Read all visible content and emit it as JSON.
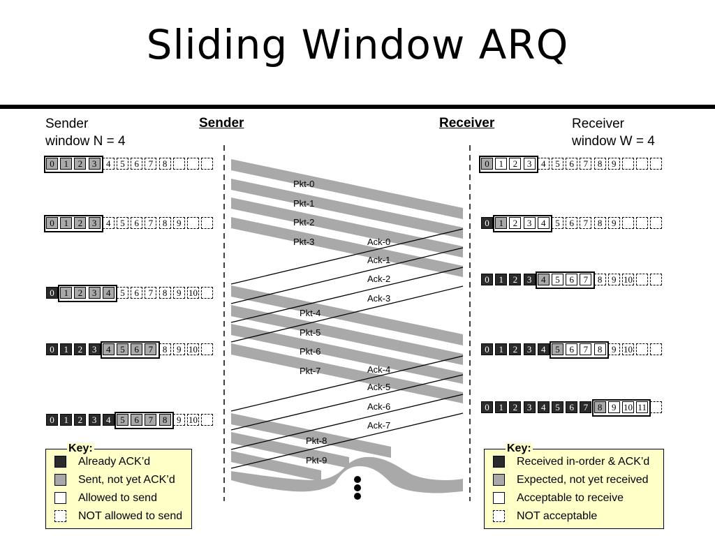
{
  "title": "Sliding Window ARQ",
  "sender_window_label": [
    "Sender",
    "window N = 4"
  ],
  "receiver_window_label": [
    "Receiver",
    "window W = 4"
  ],
  "sender_header": "Sender",
  "receiver_header": "Receiver",
  "sender_rows": [
    {
      "cells": [
        [
          "0",
          "gray"
        ],
        [
          "1",
          "gray"
        ],
        [
          "2",
          "gray"
        ],
        [
          "3",
          "gray"
        ],
        [
          "4",
          "dashed"
        ],
        [
          "5",
          "dashed"
        ],
        [
          "6",
          "dashed"
        ],
        [
          "7",
          "dashed"
        ],
        [
          "8",
          "dashed"
        ],
        [
          "",
          "dashed"
        ],
        [
          "",
          "dashed"
        ],
        [
          "",
          "dashed"
        ]
      ],
      "window": [
        0,
        4
      ]
    },
    {
      "cells": [
        [
          "0",
          "gray"
        ],
        [
          "1",
          "gray"
        ],
        [
          "2",
          "gray"
        ],
        [
          "3",
          "gray"
        ],
        [
          "4",
          "dashed"
        ],
        [
          "5",
          "dashed"
        ],
        [
          "6",
          "dashed"
        ],
        [
          "7",
          "dashed"
        ],
        [
          "8",
          "dashed"
        ],
        [
          "9",
          "dashed"
        ],
        [
          "",
          "dashed"
        ],
        [
          "",
          "dashed"
        ]
      ],
      "window": [
        0,
        4
      ]
    },
    {
      "cells": [
        [
          "0",
          "dark"
        ],
        [
          "1",
          "gray"
        ],
        [
          "2",
          "gray"
        ],
        [
          "3",
          "gray"
        ],
        [
          "4",
          "gray"
        ],
        [
          "5",
          "dashed"
        ],
        [
          "6",
          "dashed"
        ],
        [
          "7",
          "dashed"
        ],
        [
          "8",
          "dashed"
        ],
        [
          "9",
          "dashed"
        ],
        [
          "10",
          "dashed"
        ],
        [
          "",
          "dashed"
        ]
      ],
      "window": [
        1,
        5
      ]
    },
    {
      "cells": [
        [
          "0",
          "dark"
        ],
        [
          "1",
          "dark"
        ],
        [
          "2",
          "dark"
        ],
        [
          "3",
          "dark"
        ],
        [
          "4",
          "gray"
        ],
        [
          "5",
          "gray"
        ],
        [
          "6",
          "gray"
        ],
        [
          "7",
          "gray"
        ],
        [
          "8",
          "dashed"
        ],
        [
          "9",
          "dashed"
        ],
        [
          "10",
          "dashed"
        ],
        [
          "",
          "dashed"
        ]
      ],
      "window": [
        4,
        8
      ]
    },
    {
      "cells": [
        [
          "0",
          "dark"
        ],
        [
          "1",
          "dark"
        ],
        [
          "2",
          "dark"
        ],
        [
          "3",
          "dark"
        ],
        [
          "4",
          "dark"
        ],
        [
          "5",
          "gray"
        ],
        [
          "6",
          "gray"
        ],
        [
          "7",
          "gray"
        ],
        [
          "8",
          "gray"
        ],
        [
          "9",
          "dashed"
        ],
        [
          "10",
          "dashed"
        ],
        [
          "",
          "dashed"
        ]
      ],
      "window": [
        5,
        9
      ]
    }
  ],
  "receiver_rows": [
    {
      "cells": [
        [
          "0",
          "gray"
        ],
        [
          "1",
          "white"
        ],
        [
          "2",
          "white"
        ],
        [
          "3",
          "white"
        ],
        [
          "4",
          "dashed"
        ],
        [
          "5",
          "dashed"
        ],
        [
          "6",
          "dashed"
        ],
        [
          "7",
          "dashed"
        ],
        [
          "8",
          "dashed"
        ],
        [
          "9",
          "dashed"
        ],
        [
          "",
          "dashed"
        ],
        [
          "",
          "dashed"
        ],
        [
          "",
          "dashed"
        ]
      ],
      "window": [
        0,
        4
      ]
    },
    {
      "cells": [
        [
          "0",
          "dark"
        ],
        [
          "1",
          "gray"
        ],
        [
          "2",
          "white"
        ],
        [
          "3",
          "white"
        ],
        [
          "4",
          "white"
        ],
        [
          "5",
          "dashed"
        ],
        [
          "6",
          "dashed"
        ],
        [
          "7",
          "dashed"
        ],
        [
          "8",
          "dashed"
        ],
        [
          "9",
          "dashed"
        ],
        [
          "",
          "dashed"
        ],
        [
          "",
          "dashed"
        ],
        [
          "",
          "dashed"
        ]
      ],
      "window": [
        1,
        5
      ]
    },
    {
      "cells": [
        [
          "0",
          "dark"
        ],
        [
          "1",
          "dark"
        ],
        [
          "2",
          "dark"
        ],
        [
          "3",
          "dark"
        ],
        [
          "4",
          "gray"
        ],
        [
          "5",
          "white"
        ],
        [
          "6",
          "white"
        ],
        [
          "7",
          "white"
        ],
        [
          "8",
          "dashed"
        ],
        [
          "9",
          "dashed"
        ],
        [
          "10",
          "dashed"
        ],
        [
          "",
          "dashed"
        ],
        [
          "",
          "dashed"
        ]
      ],
      "window": [
        4,
        8
      ]
    },
    {
      "cells": [
        [
          "0",
          "dark"
        ],
        [
          "1",
          "dark"
        ],
        [
          "2",
          "dark"
        ],
        [
          "3",
          "dark"
        ],
        [
          "4",
          "dark"
        ],
        [
          "5",
          "gray"
        ],
        [
          "6",
          "white"
        ],
        [
          "7",
          "white"
        ],
        [
          "8",
          "white"
        ],
        [
          "9",
          "dashed"
        ],
        [
          "10",
          "dashed"
        ],
        [
          "",
          "dashed"
        ],
        [
          "",
          "dashed"
        ]
      ],
      "window": [
        5,
        9
      ]
    },
    {
      "cells": [
        [
          "0",
          "dark"
        ],
        [
          "1",
          "dark"
        ],
        [
          "2",
          "dark"
        ],
        [
          "3",
          "dark"
        ],
        [
          "4",
          "dark"
        ],
        [
          "5",
          "dark"
        ],
        [
          "6",
          "dark"
        ],
        [
          "7",
          "dark"
        ],
        [
          "8",
          "gray"
        ],
        [
          "9",
          "white"
        ],
        [
          "10",
          "white"
        ],
        [
          "11",
          "white"
        ],
        [
          "",
          "dashed"
        ]
      ],
      "window": [
        8,
        12
      ]
    }
  ],
  "packets": [
    "Pkt-0",
    "Pkt-1",
    "Pkt-2",
    "Pkt-3",
    "Pkt-4",
    "Pkt-5",
    "Pkt-6",
    "Pkt-7",
    "Pkt-8",
    "Pkt-9"
  ],
  "acks": [
    "Ack-0",
    "Ack-1",
    "Ack-2",
    "Ack-3",
    "Ack-4",
    "Ack-5",
    "Ack-6",
    "Ack-7"
  ],
  "sender_key": {
    "title": "Key:",
    "items": [
      {
        "style": "dark",
        "label": "Already ACK’d"
      },
      {
        "style": "gray",
        "label": "Sent, not yet ACK’d"
      },
      {
        "style": "white",
        "label": "Allowed to send"
      },
      {
        "style": "dashed",
        "label": "NOT allowed to send"
      }
    ]
  },
  "receiver_key": {
    "title": "Key:",
    "items": [
      {
        "style": "dark",
        "label": "Received in-order & ACK’d"
      },
      {
        "style": "gray",
        "label": "Expected, not yet received"
      },
      {
        "style": "white",
        "label": "Acceptable to receive"
      },
      {
        "style": "dashed",
        "label": "NOT acceptable"
      }
    ]
  },
  "colors": {
    "dark": "#2b2b2b",
    "gray": "#a9a9a9",
    "key_bg": "#ffffc8",
    "packet": "#a9a9a9"
  }
}
